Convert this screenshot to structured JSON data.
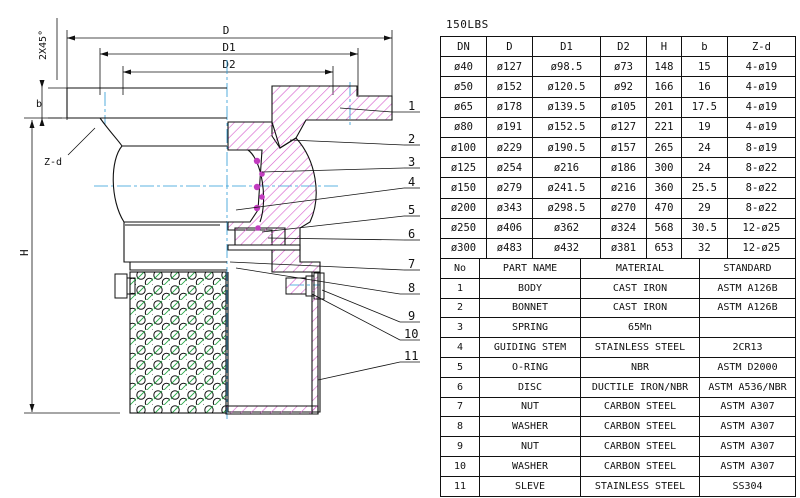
{
  "drawing": {
    "labels": {
      "chamfer": "2X45°",
      "D": "D",
      "D1": "D1",
      "D2": "D2",
      "b": "b",
      "Z_d": "Z-d",
      "H": "H"
    },
    "callouts": [
      "1",
      "2",
      "3",
      "4",
      "5",
      "6",
      "7",
      "8",
      "9",
      "10",
      "11"
    ]
  },
  "dimensions": {
    "title": "150LBS",
    "headers": [
      "DN",
      "D",
      "D1",
      "D2",
      "H",
      "b",
      "Z-d"
    ],
    "rows": [
      [
        "ø40",
        "ø127",
        "ø98.5",
        "ø73",
        "148",
        "15",
        "4-ø19"
      ],
      [
        "ø50",
        "ø152",
        "ø120.5",
        "ø92",
        "166",
        "16",
        "4-ø19"
      ],
      [
        "ø65",
        "ø178",
        "ø139.5",
        "ø105",
        "201",
        "17.5",
        "4-ø19"
      ],
      [
        "ø80",
        "ø191",
        "ø152.5",
        "ø127",
        "221",
        "19",
        "4-ø19"
      ],
      [
        "ø100",
        "ø229",
        "ø190.5",
        "ø157",
        "265",
        "24",
        "8-ø19"
      ],
      [
        "ø125",
        "ø254",
        "ø216",
        "ø186",
        "300",
        "24",
        "8-ø22"
      ],
      [
        "ø150",
        "ø279",
        "ø241.5",
        "ø216",
        "360",
        "25.5",
        "8-ø22"
      ],
      [
        "ø200",
        "ø343",
        "ø298.5",
        "ø270",
        "470",
        "29",
        "8-ø22"
      ],
      [
        "ø250",
        "ø406",
        "ø362",
        "ø324",
        "568",
        "30.5",
        "12-ø25"
      ],
      [
        "ø300",
        "ø483",
        "ø432",
        "ø381",
        "653",
        "32",
        "12-ø25"
      ]
    ]
  },
  "parts": {
    "headers": [
      "No",
      "PART NAME",
      "MATERIAL",
      "STANDARD"
    ],
    "rows": [
      [
        "1",
        "BODY",
        "CAST IRON",
        "ASTM A126B"
      ],
      [
        "2",
        "BONNET",
        "CAST IRON",
        "ASTM A126B"
      ],
      [
        "3",
        "SPRING",
        "65Mn",
        ""
      ],
      [
        "4",
        "GUIDING STEM",
        "STAINLESS STEEL",
        "2CR13"
      ],
      [
        "5",
        "O-RING",
        "NBR",
        "ASTM D2000"
      ],
      [
        "6",
        "DISC",
        "DUCTILE IRON/NBR",
        "ASTM A536/NBR"
      ],
      [
        "7",
        "NUT",
        "CARBON STEEL",
        "ASTM A307"
      ],
      [
        "8",
        "WASHER",
        "CARBON STEEL",
        "ASTM A307"
      ],
      [
        "9",
        "NUT",
        "CARBON STEEL",
        "ASTM A307"
      ],
      [
        "10",
        "WASHER",
        "CARBON STEEL",
        "ASTM A307"
      ],
      [
        "11",
        "SLEVE",
        "STAINLESS STEEL",
        "SS304"
      ]
    ]
  },
  "colors": {
    "hatch": "#d65ccd",
    "centerline": "#2a9ad6",
    "mesh": "#2aa84a",
    "ink": "#111111"
  }
}
